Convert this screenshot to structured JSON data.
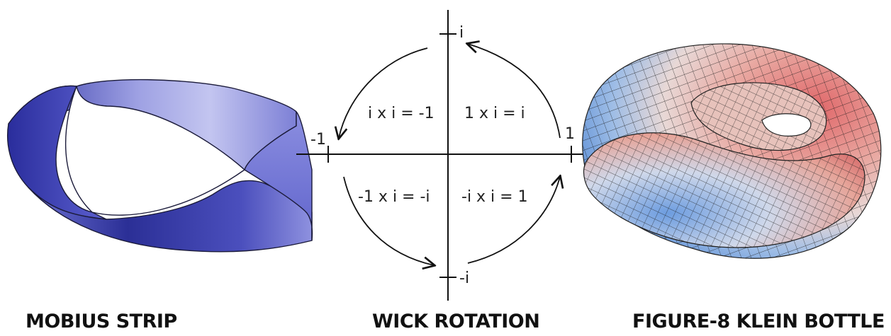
{
  "captions": {
    "mobius": "MOBIUS STRIP",
    "wick": "WICK ROTATION",
    "klein": "FIGURE-8 KLEIN BOTTLE"
  },
  "wick_rotation": {
    "axis_labels": {
      "positive_imaginary": "i",
      "negative_imaginary": "-i",
      "positive_real": "1",
      "negative_real": "-1"
    },
    "quadrant_equations": {
      "top_left": "i x i = -1",
      "top_right": "1 x i = i",
      "bottom_left": "-1 x i = -i",
      "bottom_right": "-i x i = 1"
    }
  },
  "colors": {
    "mobius_dark": "#2b2f9a",
    "mobius_light": "#b4b6ea",
    "klein_red": "#d9686a",
    "klein_blue": "#6f9fdc",
    "axis": "#111111"
  }
}
